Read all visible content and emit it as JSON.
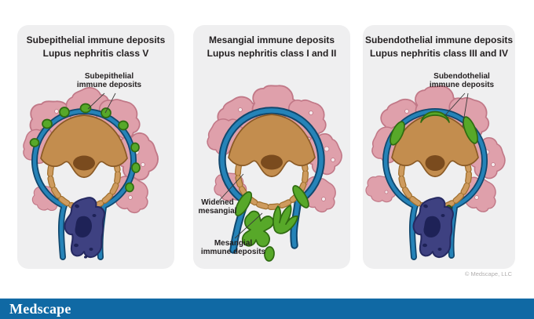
{
  "panels": [
    {
      "title_line1": "Subepithelial immune deposits",
      "title_line2": "Lupus nephritis class V",
      "labels": {
        "deposit_line1": "Subepithelial",
        "deposit_line2": "immune deposits"
      }
    },
    {
      "title_line1": "Mesangial immune deposits",
      "title_line2": "Lupus nephritis class I and II",
      "labels": {
        "widened_line1": "Widened",
        "widened_line2": "mesangial",
        "deposit_line1": "Mesangial",
        "deposit_line2": "immune deposits"
      }
    },
    {
      "title_line1": "Subendothelial immune deposits",
      "title_line2": "Lupus nephritis class III and IV",
      "labels": {
        "deposit_line1": "Subendothelial",
        "deposit_line2": "immune deposits"
      }
    }
  ],
  "copyright": "© Medscape, LLC",
  "footer": {
    "logo": "Medscape"
  },
  "colors": {
    "panel_bg": "#efeff0",
    "title_text": "#231f20",
    "label_text": "#231f20",
    "pink": "#dfa0ab",
    "pink_stroke": "#c17887",
    "band_dark": "#11486e",
    "band_blue": "#2583b8",
    "brown": "#c38d4e",
    "brown_stroke": "#8a5a26",
    "brown_nucleus": "#7a4b1e",
    "dash": "#ce9b5e",
    "dash_outline": "#a0702f",
    "green": "#57a829",
    "green_stroke": "#2f6b11",
    "green_dark": "#4a7d15",
    "green_dark_stroke": "#2a4e0a",
    "navy": "#3e4181",
    "navy_stroke": "#252961",
    "navy_dark": "#1e2257",
    "leader": "#3a3a3a",
    "copyright_text": "#b0aeae",
    "footer_blue": "#1069a4",
    "logo_text": "#ffffff"
  }
}
